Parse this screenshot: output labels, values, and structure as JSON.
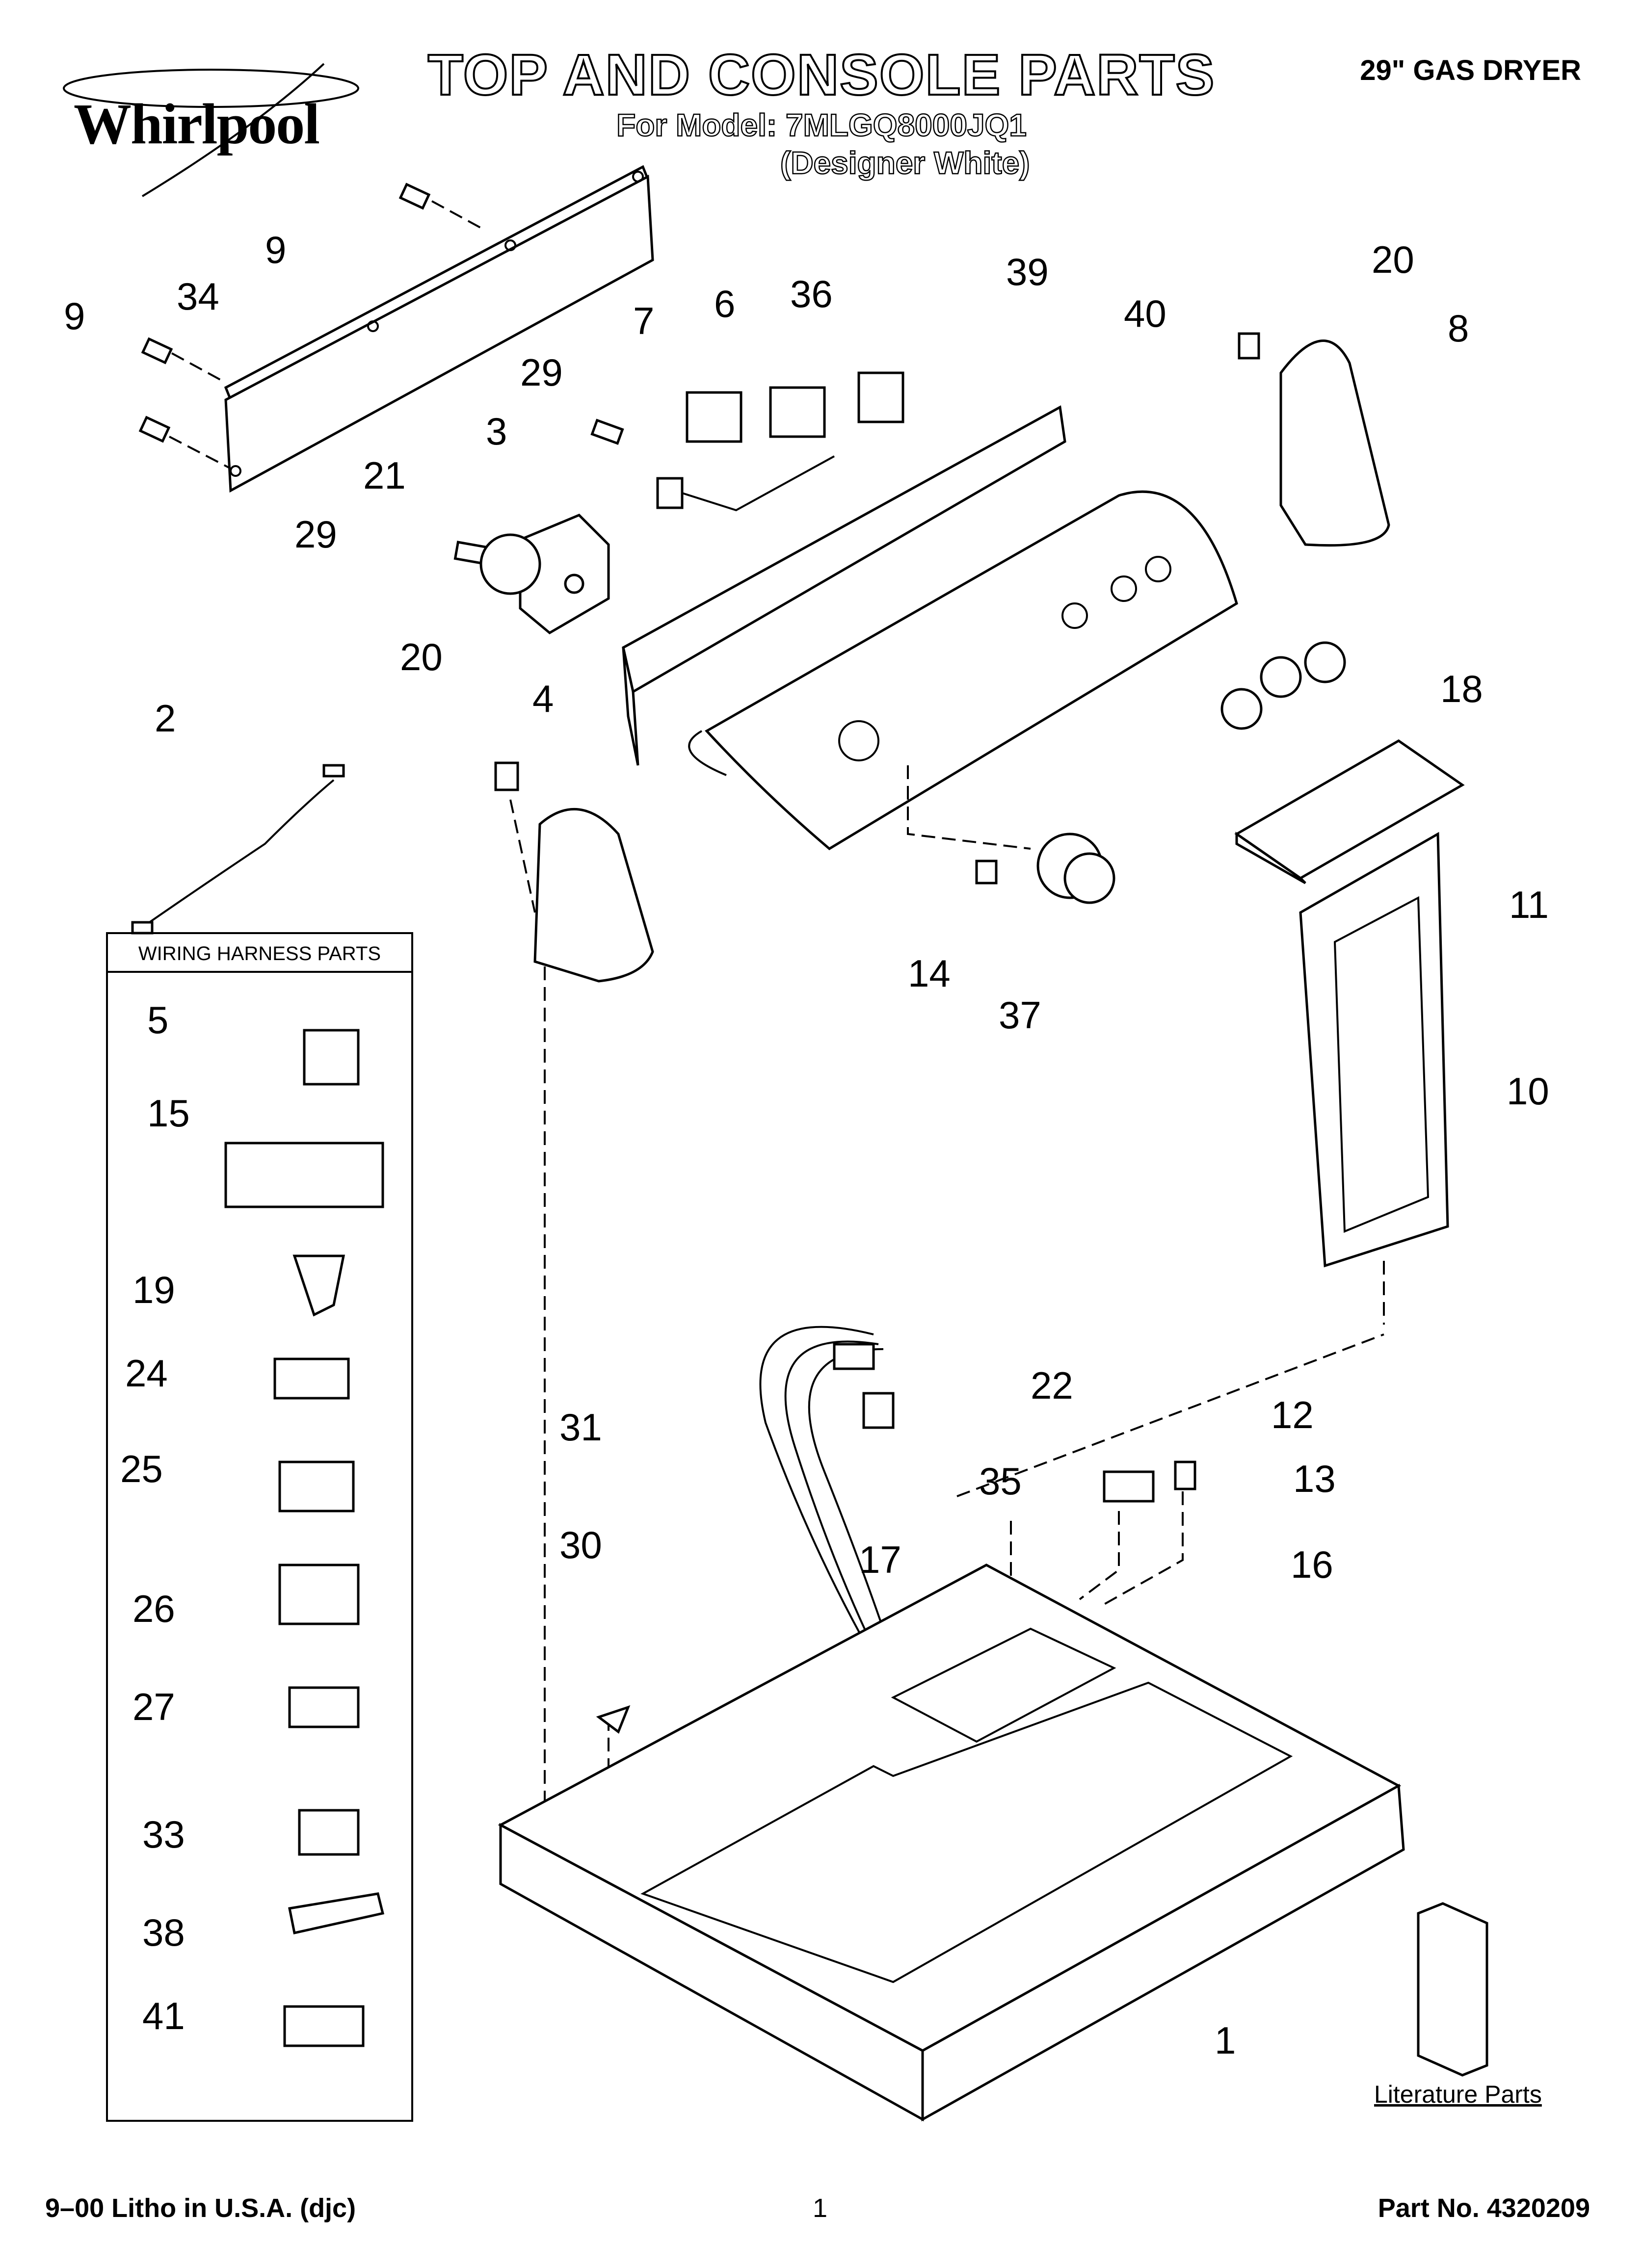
{
  "header": {
    "brand": "Whirlpool",
    "title": "TOP AND CONSOLE PARTS",
    "model": "For Model: 7MLGQ8000JQ1",
    "color": "(Designer White)",
    "dryer_type": "29\" GAS DRYER"
  },
  "harness_box": {
    "title": "WIRING HARNESS PARTS",
    "parts": [
      "5",
      "15",
      "19",
      "24",
      "25",
      "26",
      "27",
      "33",
      "38",
      "41"
    ]
  },
  "callouts": [
    "9",
    "34",
    "9",
    "29",
    "3",
    "21",
    "29",
    "7",
    "6",
    "36",
    "39",
    "40",
    "20",
    "8",
    "20",
    "4",
    "2",
    "18",
    "14",
    "37",
    "11",
    "10",
    "22",
    "31",
    "12",
    "13",
    "35",
    "17",
    "30",
    "16",
    "1"
  ],
  "literature": "Literature Parts",
  "footer": {
    "left": "9–00 Litho in U.S.A. (djc)",
    "page": "1",
    "right": "Part No. 4320209"
  }
}
